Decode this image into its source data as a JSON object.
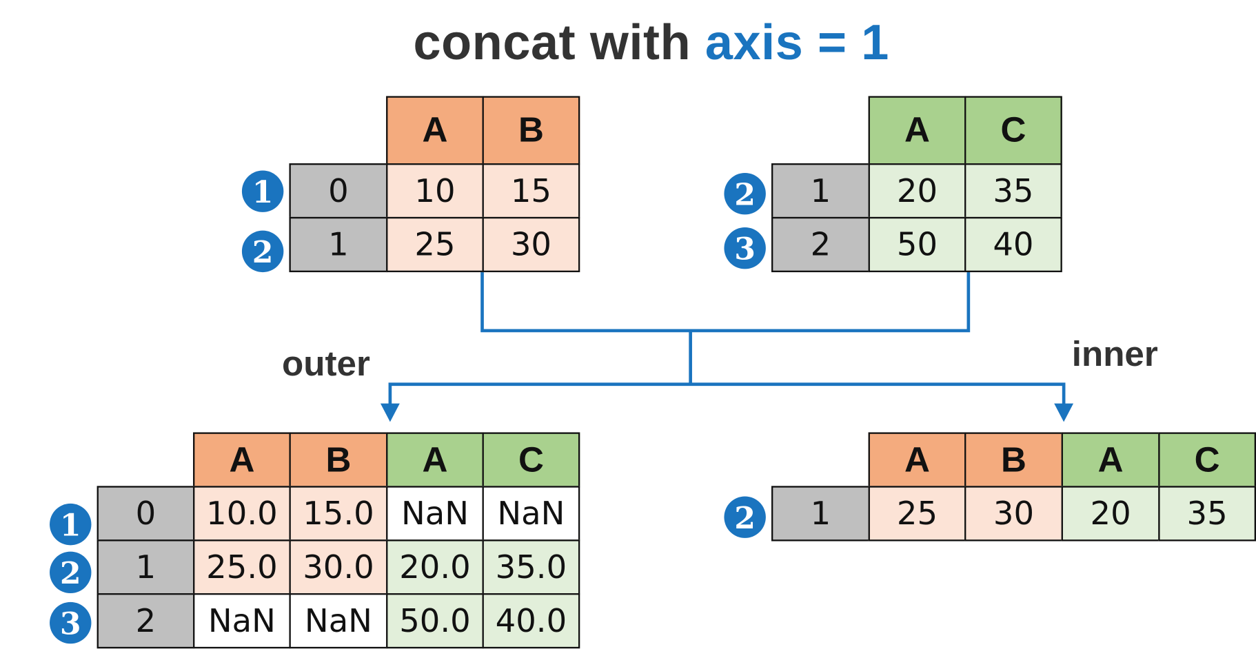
{
  "title": {
    "main": "concat with ",
    "accent": "axis = 1"
  },
  "labels": {
    "outer": "outer",
    "inner": "inner"
  },
  "colors": {
    "accent": "#1a74bf",
    "orange_header": "#f4ab7e",
    "orange_light": "#fce3d6",
    "green_header": "#a9d18e",
    "green_light": "#e2efda",
    "index_gray": "#bfbfbf",
    "empty_white": "#ffffff"
  },
  "left_table": {
    "columns": [
      "A",
      "B"
    ],
    "rows": [
      {
        "badge": "1",
        "index": "0",
        "values": [
          "10",
          "15"
        ]
      },
      {
        "badge": "2",
        "index": "1",
        "values": [
          "25",
          "30"
        ]
      }
    ]
  },
  "right_table": {
    "columns": [
      "A",
      "C"
    ],
    "rows": [
      {
        "badge": "2",
        "index": "1",
        "values": [
          "20",
          "35"
        ]
      },
      {
        "badge": "3",
        "index": "2",
        "values": [
          "50",
          "40"
        ]
      }
    ]
  },
  "outer_table": {
    "columns": [
      "A",
      "B",
      "A",
      "C"
    ],
    "rows": [
      {
        "badge": "1",
        "index": "0",
        "values": [
          "10.0",
          "15.0",
          "NaN",
          "NaN"
        ]
      },
      {
        "badge": "2",
        "index": "1",
        "values": [
          "25.0",
          "30.0",
          "20.0",
          "35.0"
        ]
      },
      {
        "badge": "3",
        "index": "2",
        "values": [
          "NaN",
          "NaN",
          "50.0",
          "40.0"
        ]
      }
    ]
  },
  "inner_table": {
    "columns": [
      "A",
      "B",
      "A",
      "C"
    ],
    "rows": [
      {
        "badge": "2",
        "index": "1",
        "values": [
          "25",
          "30",
          "20",
          "35"
        ]
      }
    ]
  }
}
